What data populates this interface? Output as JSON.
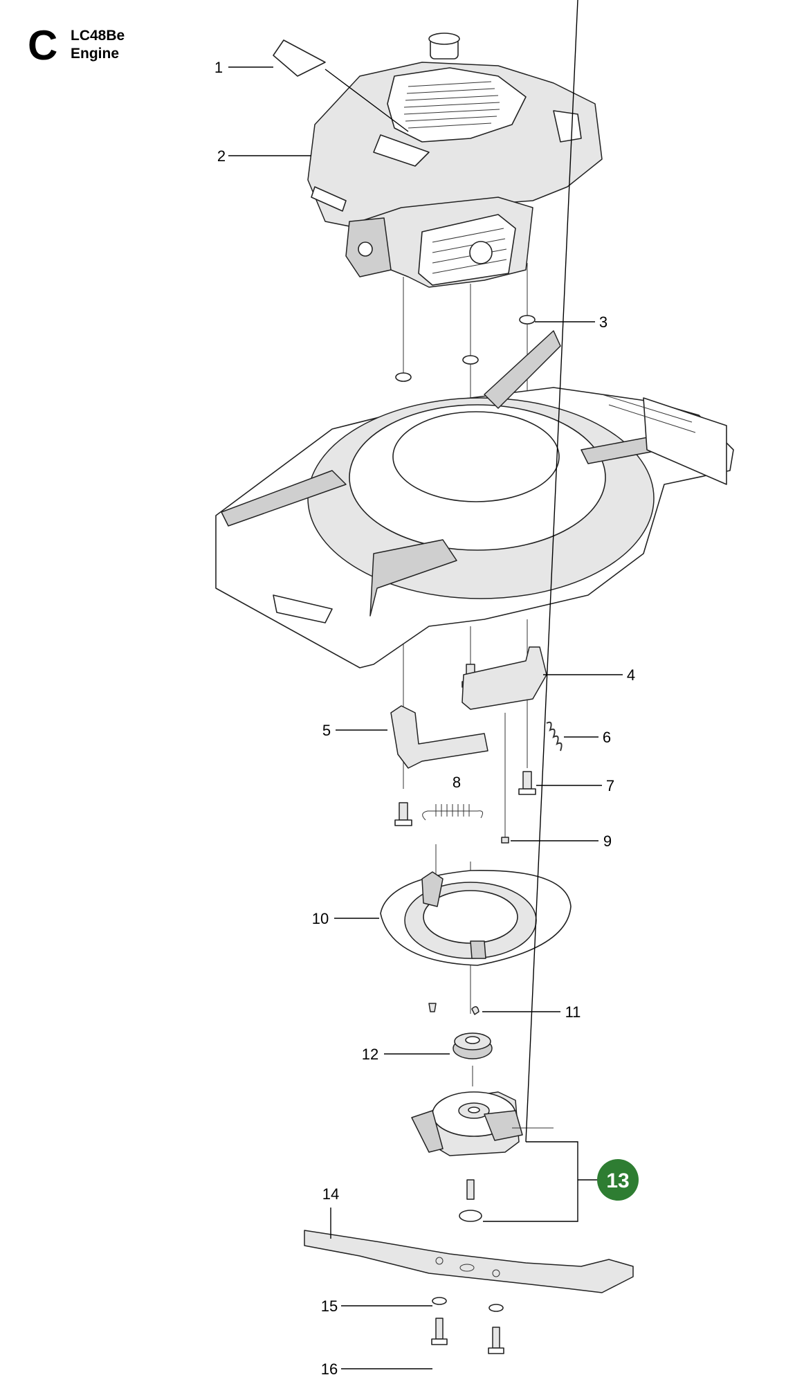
{
  "header": {
    "section_letter": "C",
    "model": "LC48Be",
    "section_title": "Engine"
  },
  "callouts": [
    {
      "id": "1",
      "label": "1"
    },
    {
      "id": "2",
      "label": "2"
    },
    {
      "id": "3",
      "label": "3"
    },
    {
      "id": "4",
      "label": "4"
    },
    {
      "id": "5",
      "label": "5"
    },
    {
      "id": "6",
      "label": "6"
    },
    {
      "id": "7",
      "label": "7"
    },
    {
      "id": "8",
      "label": "8"
    },
    {
      "id": "9",
      "label": "9"
    },
    {
      "id": "10",
      "label": "10"
    },
    {
      "id": "11",
      "label": "11"
    },
    {
      "id": "12",
      "label": "12"
    },
    {
      "id": "13",
      "label": "13",
      "highlighted": true
    },
    {
      "id": "14",
      "label": "14"
    },
    {
      "id": "15",
      "label": "15"
    },
    {
      "id": "16",
      "label": "16"
    }
  ],
  "colors": {
    "highlight_badge": "#2e7d32",
    "ink": "#222222",
    "background": "#ffffff"
  }
}
